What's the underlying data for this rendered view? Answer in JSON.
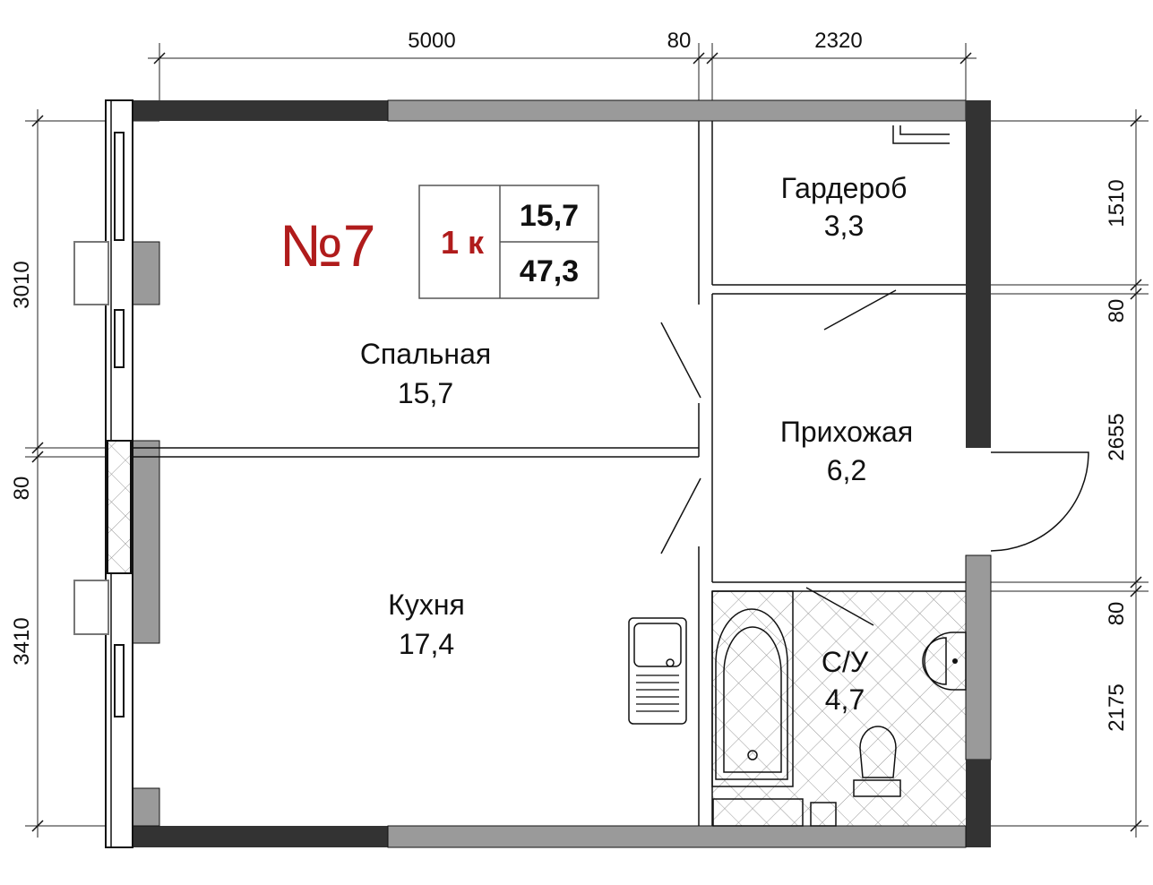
{
  "apartment": {
    "number": "№7",
    "type": "1 к",
    "living_area": "15,7",
    "total_area": "47,3"
  },
  "rooms": [
    {
      "name": "Спальная",
      "area": "15,7"
    },
    {
      "name": "Кухня",
      "area": "17,4"
    },
    {
      "name": "Гардероб",
      "area": "3,3"
    },
    {
      "name": "Прихожая",
      "area": "6,2"
    },
    {
      "name": "С/У",
      "area": "4,7"
    }
  ],
  "dimensions": {
    "top": [
      "5000",
      "80",
      "2320"
    ],
    "left": [
      "3010",
      "80",
      "3410"
    ],
    "right": [
      "1510",
      "80",
      "2655",
      "80",
      "2175"
    ]
  },
  "colors": {
    "accent": "#b01c1c",
    "wall_dark": "#333333",
    "wall_gray": "#9a9a9a"
  }
}
